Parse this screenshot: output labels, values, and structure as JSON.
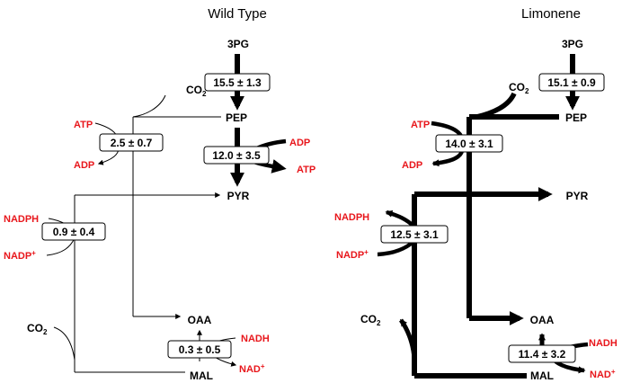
{
  "panels": {
    "left": {
      "title": "Wild Type",
      "flux": {
        "pgk": "15.5 ± 1.3",
        "pck": "2.5 ± 0.7",
        "pyk": "12.0 ± 3.5",
        "me": "0.9 ± 0.4",
        "mdh": "0.3 ± 0.5"
      }
    },
    "right": {
      "title": "Limonene",
      "flux": {
        "pgk": "15.1 ± 0.9",
        "pck": "14.0 ± 3.1",
        "me": "12.5 ± 3.1",
        "mdh": "11.4 ± 3.2"
      }
    }
  },
  "metabolites": {
    "pg3": "3PG",
    "pep": "PEP",
    "pyr": "PYR",
    "oaa": "OAA",
    "mal": "MAL"
  },
  "cofactors": {
    "atp": "ATP",
    "adp": "ADP",
    "nadph": "NADPH",
    "nadp": "NADP",
    "nadh": "NADH",
    "nad": "NAD",
    "plus": "+",
    "co": "CO",
    "two": "2"
  },
  "colors": {
    "cofactor": "#e8161b",
    "line": "#000000"
  }
}
